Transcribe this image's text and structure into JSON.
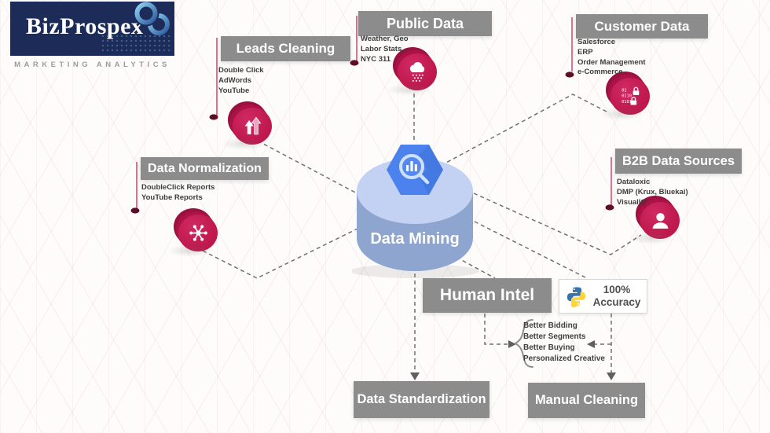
{
  "brand": {
    "name": "BizProspex",
    "tagline": "MARKETING ANALYTICS"
  },
  "nodes": {
    "leads_cleaning": {
      "label": "Leads Cleaning",
      "items": [
        "Double Click",
        "AdWords",
        "YouTube"
      ]
    },
    "public_data": {
      "label": "Public Data",
      "items": [
        "Weather, Geo",
        "Labor Stats,",
        "NYC 311"
      ]
    },
    "customer_data": {
      "label": "Customer Data",
      "items": [
        "Salesforce",
        "ERP",
        "Order Management",
        "e-Commerce"
      ],
      "icon_binary": [
        "01",
        "0110",
        "0101"
      ]
    },
    "data_normalization": {
      "label": "Data Normalization",
      "items": [
        "DoubleClick Reports",
        "YouTube Reports"
      ]
    },
    "b2b_data_sources": {
      "label": "B2B Data Sources",
      "items": [
        "Dataloxic",
        "DMP (Krux, Bluekai)",
        "VisualIQ"
      ]
    },
    "data_mining": {
      "label": "Data Mining"
    },
    "human_intel": {
      "label": "Human Intel"
    },
    "accuracy": {
      "value": "100%",
      "label": "Accuracy"
    },
    "benefits": {
      "items": [
        "Better Bidding",
        "Better Segments",
        "Better Buying",
        "Personalized Creative"
      ]
    },
    "data_standardization": {
      "label": "Data Standardization"
    },
    "manual_cleaning": {
      "label": "Manual Cleaning"
    }
  },
  "colors": {
    "crimson": "#c01950",
    "crimson_dark": "#9a1041",
    "gray_box": "#8c8c8c",
    "navy": "#1c2b58",
    "cylinder_top": "#c3d1f3",
    "cylinder_body": "#8da5cf",
    "hexagon_blue": "#4b82ed",
    "python_blue": "#3a73a8",
    "python_yellow": "#ffd53e",
    "red_line": "#d94f72",
    "dot_maroon": "#5c0d28",
    "dash_gray": "#707070"
  }
}
